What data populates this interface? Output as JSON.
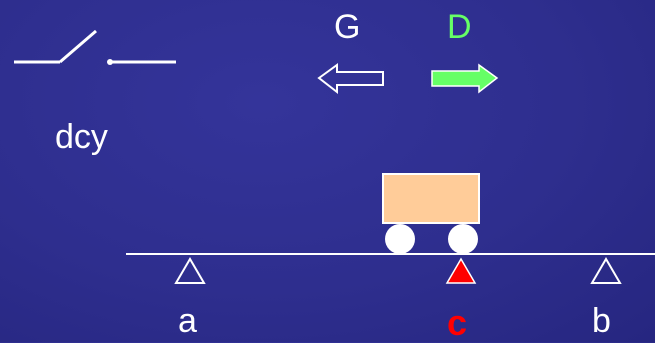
{
  "labels": {
    "switch": "dcy",
    "left_direction": "G",
    "right_direction": "D",
    "point_a": "a",
    "point_b": "b",
    "point_c": "c"
  },
  "colors": {
    "background": "#2e2e8e",
    "line": "#ffffff",
    "text": "#ffffff",
    "right_arrow": "#66ff66",
    "right_label": "#66ff66",
    "active_marker": "#ff0000",
    "active_label": "#ff0000",
    "cart_body": "#ffcc99"
  },
  "icons": {
    "switch": "open-switch-icon",
    "left_arrow": "hollow-left-arrow-icon",
    "right_arrow": "filled-right-arrow-icon",
    "markers": "triangle-position-marker-icon"
  }
}
